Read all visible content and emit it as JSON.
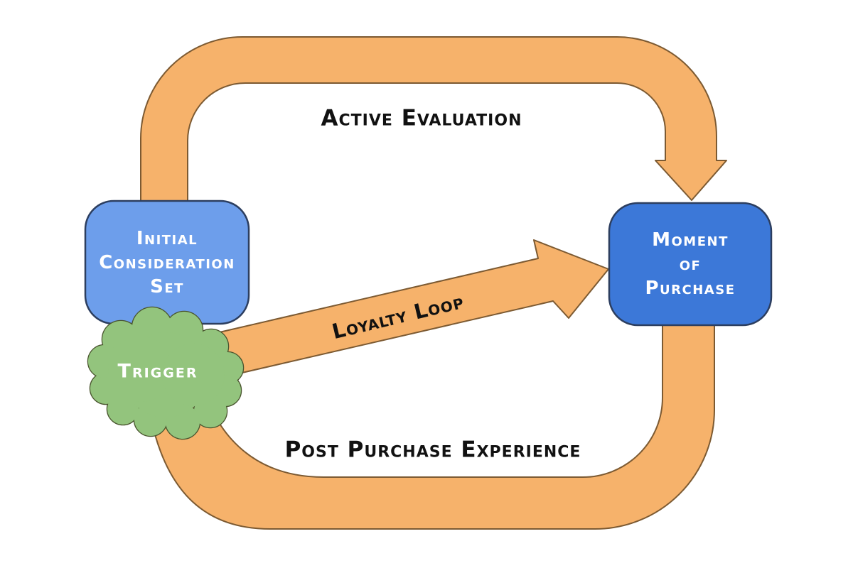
{
  "nodes": {
    "initial_consideration_set": {
      "label": "Initial Consideration Set",
      "lines": [
        "Initial",
        "Consideration",
        "Set"
      ],
      "fill": "#6d9eeb",
      "border": "#2c3e5f",
      "text_color": "#ffffff"
    },
    "moment_of_purchase": {
      "label": "Moment of Purchase",
      "lines": [
        "Moment",
        "of",
        "Purchase"
      ],
      "fill": "#3c78d8",
      "border": "#2c3e5f",
      "text_color": "#ffffff"
    },
    "trigger": {
      "label": "Trigger",
      "fill": "#93c47d",
      "border": "#49542e",
      "text_color": "#ffffff"
    }
  },
  "edges": {
    "active_evaluation": {
      "label": "Active Evaluation"
    },
    "post_purchase_experience": {
      "label": "Post Purchase Experience"
    },
    "loyalty_loop": {
      "label": "Loyalty Loop"
    }
  },
  "colors": {
    "arrow_fill": "#f6b26b",
    "arrow_stroke": "#7c5a32",
    "label_text": "#111111",
    "background": "#ffffff"
  }
}
